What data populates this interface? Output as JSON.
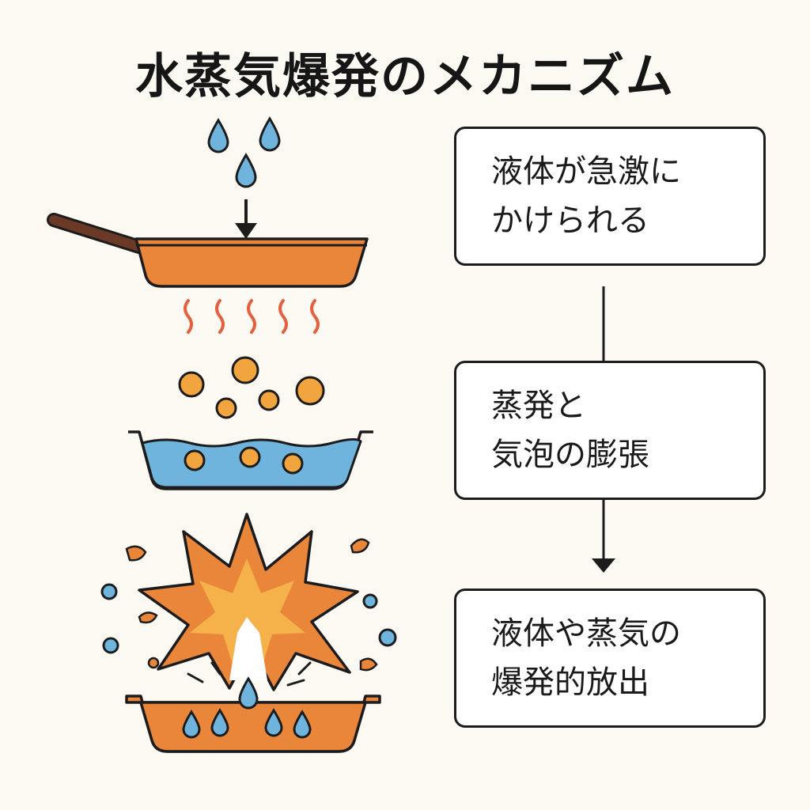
{
  "title": "水蒸気爆発のメカニズム",
  "steps": [
    {
      "line1": "液体が急激に",
      "line2": "かけられる"
    },
    {
      "line1": "蒸発と",
      "line2": "気泡の膨張"
    },
    {
      "line1": "液体や蒸気の",
      "line2": "爆発的放出"
    }
  ],
  "colors": {
    "pan_orange": "#e9863a",
    "water_blue": "#6fb4dc",
    "flame_red": "#e2613f",
    "bubble_orange": "#f2a53e",
    "outline": "#1c1c1c",
    "background": "#fcf9f3"
  }
}
